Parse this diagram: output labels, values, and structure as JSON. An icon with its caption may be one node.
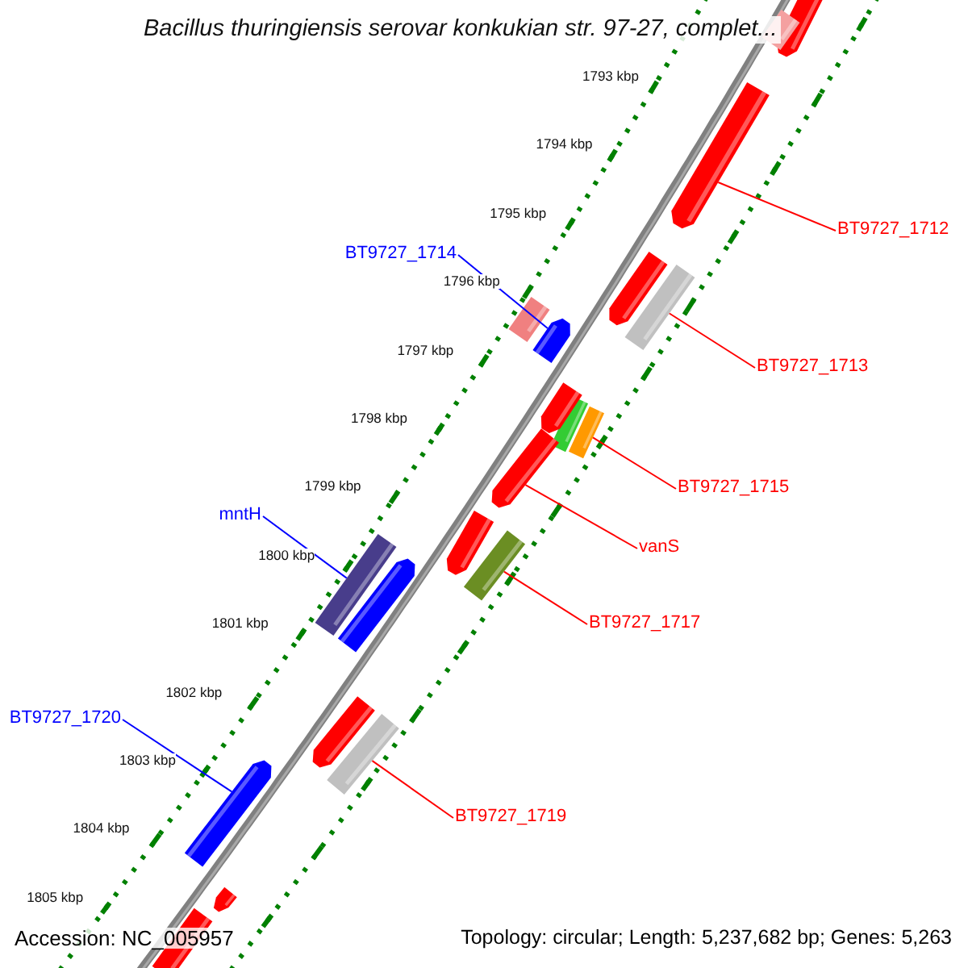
{
  "diagram": {
    "title": "Bacillus thuringiensis serovar konkukian str. 97-27, complet...",
    "nodes": [
      {
        "text": [
          "BT9727_1712"
        ]
      },
      {
        "text": [],
        "shape": "pentagon"
      },
      {
        "text": [
          "BT9727_1714"
        ]
      },
      {
        "text": [],
        "shape": "pentagon"
      },
      {
        "text": [
          "BT9727_1713"
        ]
      },
      {
        "text": [],
        "shape": "bar"
      },
      {
        "text": [
          "BT9727_1715"
        ]
      },
      {
        "text": [],
        "shape": "bar"
      },
      {
        "text": [
          "mntH"
        ]
      },
      {
        "text": [],
        "shape": "bar"
      },
      {
        "text": [
          "vanS"
        ]
      },
      {
        "text": [],
        "shape": "pentagon"
      },
      {
        "text": [
          "BT9727_1717"
        ]
      },
      {
        "text": [],
        "shape": "bar"
      },
      {
        "text": [
          "BT9727_1720"
        ]
      },
      {
        "text": [],
        "shape": "pentagon"
      },
      {
        "text": [
          "BT9727_1719"
        ]
      },
      {
        "text": [],
        "shape": "bar"
      },
      {
        "text": [],
        "shape": "pentagon"
      },
      {
        "text": [],
        "shape": "bar"
      },
      {
        "text": [],
        "shape": "pentagon"
      },
      {
        "text": [],
        "shape": "bar"
      },
      {
        "text": [],
        "shape": "pentagon"
      },
      {
        "text": [],
        "shape": "pentagon"
      },
      {
        "text": [],
        "shape": "pentagon"
      },
      {
        "text": [],
        "shape": "pentagon"
      },
      {
        "text": [],
        "shape": "pentagon"
      },
      {
        "text": [],
        "shape": "bar"
      }
    ],
    "edges": [
      {
        "from": 0,
        "to": 1,
        "arrow": "none"
      },
      {
        "from": 2,
        "to": 3,
        "arrow": "none",
        "color": "#0000ff"
      },
      {
        "from": 4,
        "to": 5,
        "arrow": "none"
      },
      {
        "from": 6,
        "to": 7,
        "arrow": "none"
      },
      {
        "from": 8,
        "to": 9,
        "arrow": "none",
        "color": "#0000ff"
      },
      {
        "from": 10,
        "to": 11,
        "arrow": "none"
      },
      {
        "from": 12,
        "to": 13,
        "arrow": "none"
      },
      {
        "from": 14,
        "to": 15,
        "arrow": "none",
        "color": "#0000ff"
      },
      {
        "from": 16,
        "to": 17,
        "arrow": "none"
      }
    ],
    "labels": [
      "1793 kbp",
      "1794 kbp",
      "1795 kbp",
      "1796 kbp",
      "1797 kbp",
      "1798 kbp",
      "1799 kbp",
      "1800 kbp",
      "1801 kbp",
      "1802 kbp",
      "1803 kbp",
      "1804 kbp",
      "1805 kbp",
      "Accession: NC_005957",
      "Topology: circular; Length: 5,237,682 bp; Genes: 5,263"
    ]
  }
}
